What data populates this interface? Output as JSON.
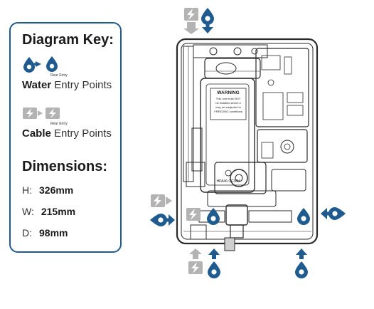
{
  "key": {
    "title": "Diagram Key:",
    "rear_entry_label": "Rear Entry",
    "water": {
      "strong": "Water",
      "rest": "Entry Points"
    },
    "cable": {
      "strong": "Cable",
      "rest": "Entry Points"
    }
  },
  "dimensions": {
    "title": "Dimensions:",
    "items": [
      {
        "label": "H:",
        "value": "326mm"
      },
      {
        "label": "W:",
        "value": "215mm"
      },
      {
        "label": "D:",
        "value": "98mm"
      }
    ]
  },
  "unit": {
    "warning_lines": [
      "WARNING",
      "This unit must NOT",
      "be installed where it",
      "may be subjected to",
      "FREEZING conditions"
    ],
    "model_label": "HPA46 OF30H"
  },
  "colors": {
    "water": "#1f5b8e",
    "cable": "#b3b3b3",
    "outline": "#2a2a2a",
    "border": "#1f5b8e"
  },
  "icons": {
    "water": "water-drop-icon",
    "cable": "lightning-icon",
    "arrow": "arrow-icon"
  }
}
